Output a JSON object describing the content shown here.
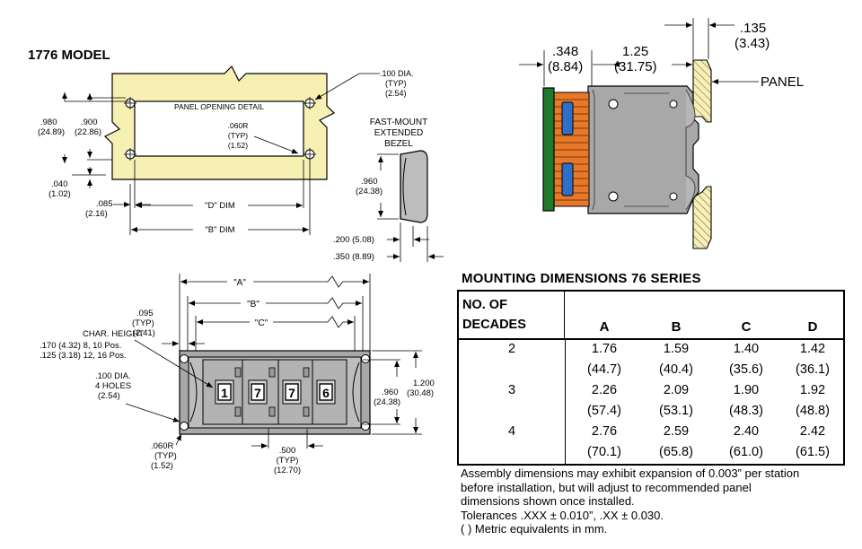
{
  "model_title": "1776 MODEL",
  "panel_detail": {
    "label": "PANEL OPENING DETAIL",
    "hole_dia": ".100 DIA.",
    "hole_typ": "(TYP)",
    "hole_metric": "(2.54)",
    "radius": ".060R",
    "radius_typ": "(TYP)",
    "radius_metric": "(1.52)",
    "dim_980": ".980",
    "dim_980_metric": "(24.89)",
    "dim_900": ".900",
    "dim_900_metric": "(22.86)",
    "dim_040": ".040",
    "dim_040_metric": "(1.02)",
    "dim_085": ".085",
    "dim_085_metric": "(2.16)",
    "d_dim": "\"D\" DIM",
    "b_dim": "\"B\" DIM"
  },
  "bezel": {
    "label_line1": "FAST-MOUNT",
    "label_line2": "EXTENDED",
    "label_line3": "BEZEL",
    "height": ".960",
    "height_metric": "(24.38)",
    "dim_200": ".200 (5.08)",
    "dim_350": ".350 (8.89)"
  },
  "side_view": {
    "dim_135": ".135",
    "dim_135_metric": "(3.43)",
    "dim_348": ".348",
    "dim_348_metric": "(8.84)",
    "dim_125": "1.25",
    "dim_125_metric": "(31.75)",
    "panel_label": "PANEL"
  },
  "front_view": {
    "a_label": "\"A\"",
    "b_label": "\"B\"",
    "c_label": "\"C\"",
    "dim_095": ".095",
    "dim_095_typ": "(TYP)",
    "dim_095_metric": "(2.41)",
    "char_height": "CHAR. HEIGHT",
    "char_line2": ".170 (4.32) 8, 10 Pos.",
    "char_line3": ".125 (3.18) 12, 16 Pos.",
    "holes": ".100 DIA.",
    "holes_count": "4 HOLES",
    "holes_metric": "(2.54)",
    "radius": ".060R",
    "radius_typ": "(TYP)",
    "radius_metric": "(1.52)",
    "pitch": ".500",
    "pitch_typ": "(TYP)",
    "pitch_metric": "(12.70)",
    "height_960": ".960",
    "height_960_metric": "(24.38)",
    "height_1200": "1.200",
    "height_1200_metric": "(30.48)",
    "digits": [
      "1",
      "7",
      "7",
      "6"
    ]
  },
  "table": {
    "title": "MOUNTING DIMENSIONS 76 SERIES",
    "header_line1": "NO. OF",
    "header_line2": "DECADES",
    "columns": [
      "A",
      "B",
      "C",
      "D"
    ],
    "rows": [
      {
        "decades": "2",
        "inch": [
          "1.76",
          "1.59",
          "1.40",
          "1.42"
        ],
        "mm": [
          "(44.7)",
          "(40.4)",
          "(35.6)",
          "(36.1)"
        ]
      },
      {
        "decades": "3",
        "inch": [
          "2.26",
          "2.09",
          "1.90",
          "1.92"
        ],
        "mm": [
          "(57.4)",
          "(53.1)",
          "(48.3)",
          "(48.8)"
        ]
      },
      {
        "decades": "4",
        "inch": [
          "2.76",
          "2.59",
          "2.40",
          "2.42"
        ],
        "mm": [
          "(70.1)",
          "(65.8)",
          "(61.0)",
          "(61.5)"
        ]
      }
    ]
  },
  "notes": [
    "Assembly dimensions may exhibit expansion of 0.003” per station",
    "before installation, but will adjust to recommended panel",
    "dimensions shown once installed.",
    "Tolerances .XXX ± 0.010”, .XX ± 0.030.",
    "( ) Metric equivalents in mm."
  ],
  "colors": {
    "panel_fill": "#f7f0b3",
    "bezel_fill": "#c9c9c9",
    "body_gray": "#a8a8a8",
    "pcb_green": "#1f7a2a",
    "contact_orange": "#e8782a",
    "blue_part": "#2f6fc8"
  }
}
